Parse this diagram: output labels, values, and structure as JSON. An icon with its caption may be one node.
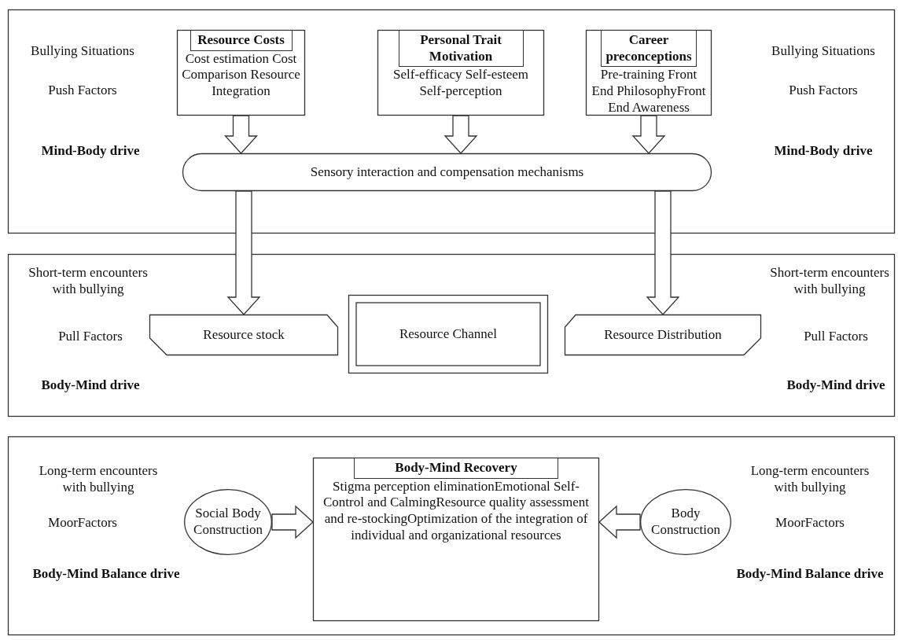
{
  "diagram": {
    "nodes": [
      {
        "text": [],
        "shape": "box"
      },
      {
        "text": [
          "Resource Costs",
          "Cost estimation Cost Comparison Resource Integration"
        ],
        "in": 0
      },
      {
        "text": [
          "Personal Trait Motivation",
          "Self-efficacy Self-esteem Self-perception"
        ],
        "in": 0
      },
      {
        "text": [
          "Career preconceptions",
          "Pre-training Front End PhilosophyFront End Awareness"
        ],
        "in": 0
      },
      {
        "text": [
          "Sensory interaction and compensation mechanisms"
        ],
        "in": 0
      },
      {
        "text": [],
        "shape": "box"
      },
      {
        "text": [
          "Resource stock"
        ],
        "in": 5
      },
      {
        "text": [
          "Resource Channel"
        ],
        "in": 5
      },
      {
        "text": [
          "Resource Distribution"
        ],
        "in": 5
      },
      {
        "text": [],
        "shape": "box"
      },
      {
        "text": [
          "Social Body Construction"
        ],
        "in": 9
      },
      {
        "text": [
          "Body-Mind Recovery",
          "Stigma perception eliminationEmotional Self-Control and CalmingResource quality assessment and re-stockingOptimization of the integration of individual and organizational resources"
        ],
        "in": 9
      },
      {
        "text": [
          "Body Construction"
        ],
        "in": 9
      }
    ],
    "edges": [
      {
        "from": 1,
        "to": 4,
        "arrow": "to",
        "style": "thick"
      },
      {
        "from": 2,
        "to": 4,
        "arrow": "to",
        "style": "thick"
      },
      {
        "from": 3,
        "to": 4,
        "arrow": "to",
        "style": "thick"
      },
      {
        "from": 4,
        "to": 6,
        "arrow": "to",
        "style": "thick"
      },
      {
        "from": 4,
        "to": 8,
        "arrow": "to",
        "style": "thick"
      },
      {
        "from": 10,
        "to": 11,
        "arrow": "to",
        "style": "thick"
      },
      {
        "from": 12,
        "to": 11,
        "arrow": "to",
        "style": "thick"
      }
    ],
    "labels": [
      "Bullying Situations",
      "Bullying Situations",
      "Push Factors",
      "Push Factors",
      "Mind-Body drive",
      "Mind-Body drive",
      "Short-term encounters with bullying",
      "Short-term encounters with bullying",
      "Pull Factors",
      "Pull Factors",
      "Body-Mind drive",
      "Body-Mind drive",
      "Long-term encounters with bullying",
      "Long-term encounters with bullying",
      "MoorFactors",
      "MoorFactors",
      "Body-Mind Balance drive",
      "Body-Mind Balance drive"
    ]
  }
}
